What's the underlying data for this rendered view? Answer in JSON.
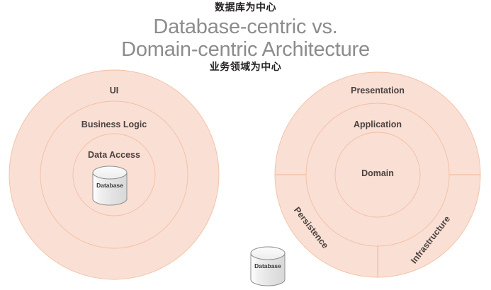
{
  "annotations": {
    "top_cn": "数据库为中心",
    "bottom_cn": "业务领域为中心"
  },
  "title": {
    "line1": "Database-centric vs.",
    "line2": "Domain-centric Architecture"
  },
  "colors": {
    "ring_fill": "#fadfd4",
    "ring_stroke": "#f2bfa4",
    "divider": "#eeb593",
    "label_text": "#4a4240",
    "title_text": "#8c8c8c",
    "cylinder_fill": "#e8e8e8",
    "cylinder_top": "#f2f2f2",
    "cylinder_stroke": "#8f8f8f",
    "background": "#ffffff"
  },
  "left_diagram": {
    "name": "database-centric-architecture",
    "rings": [
      {
        "label": "UI",
        "level": "outer"
      },
      {
        "label": "Business Logic",
        "level": "middle"
      },
      {
        "label": "Data Access",
        "level": "inner"
      }
    ],
    "center_node": {
      "label": "Database",
      "shape": "cylinder"
    }
  },
  "right_diagram": {
    "name": "domain-centric-architecture",
    "rings": [
      {
        "label": "Presentation",
        "level": "outer"
      },
      {
        "label": "Application",
        "level": "middle"
      },
      {
        "label": "Domain",
        "level": "inner"
      }
    ],
    "outer_sectors": [
      {
        "label": "Presentation",
        "position": "top",
        "rotation": 0
      },
      {
        "label": "Persistence",
        "position": "bottom-left",
        "rotation": 52
      },
      {
        "label": "Infrastructure",
        "position": "bottom-right",
        "rotation": -52
      }
    ]
  },
  "external_node": {
    "label": "Database",
    "shape": "cylinder"
  }
}
